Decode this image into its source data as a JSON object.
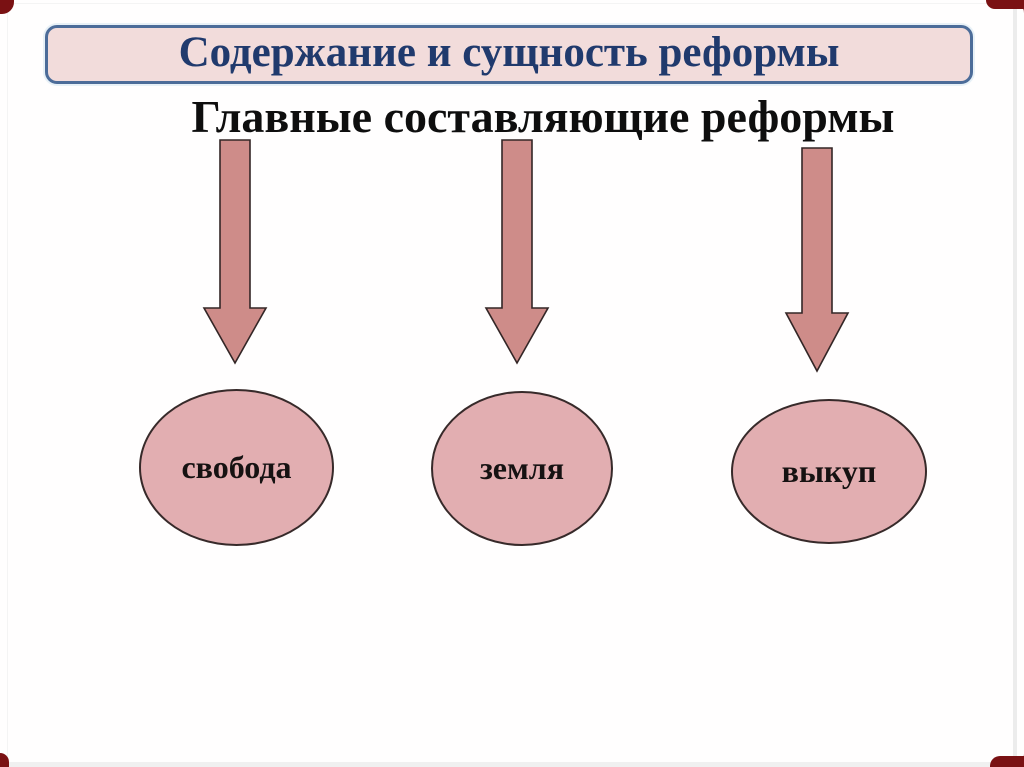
{
  "slide": {
    "title": "Содержание и сущность реформы",
    "subtitle": "Главные составляющие реформы",
    "components": [
      {
        "label": "свобода"
      },
      {
        "label": "земля"
      },
      {
        "label": "выкуп"
      }
    ],
    "arrows": [
      {
        "icon": "down-arrow",
        "points_to": "свобода"
      },
      {
        "icon": "down-arrow",
        "points_to": "земля"
      },
      {
        "icon": "down-arrow",
        "points_to": "выкуп"
      }
    ],
    "colors": {
      "title_box_fill": "#f2dcdb",
      "title_box_border": "#4c6c99",
      "title_text": "#203a6d",
      "subtitle_text": "#0e0e0e",
      "arrow_fill": "#ce8c89",
      "arrow_outline": "#332626",
      "ellipse_fill": "#e2aeb1",
      "ellipse_outline": "#372a2a",
      "corner_accent": "#7a1113",
      "background": "#fffefe"
    }
  }
}
